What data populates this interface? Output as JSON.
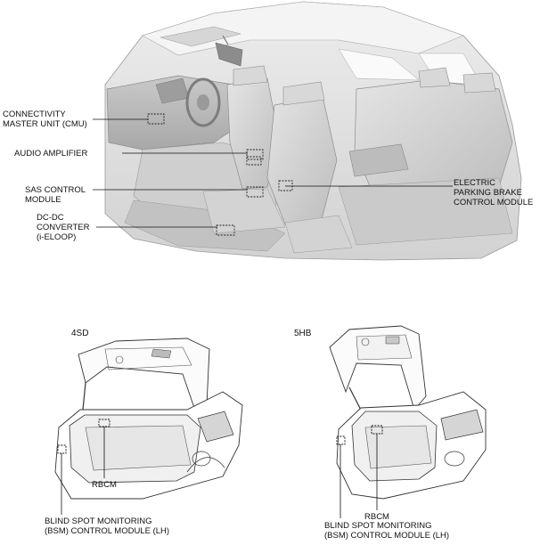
{
  "interior_labels": {
    "cmu": "CONNECTIVITY\nMASTER UNIT (CMU)",
    "audio_amp": "AUDIO AMPLIFIER",
    "sas": "SAS CONTROL\nMODULE",
    "dcdc": "DC-DC\nCONVERTER\n(i-ELOOP)",
    "epb": "ELECTRIC\nPARKING BRAKE\nCONTROL MODULE"
  },
  "sedan": {
    "title": "4SD",
    "rbcm": "RBCM",
    "bsm": "BLIND SPOT MONITORING\n(BSM) CONTROL MODULE (LH)"
  },
  "hatch": {
    "title": "5HB",
    "rbcm": "RBCM",
    "bsm": "BLIND SPOT MONITORING\n(BSM) CONTROL MODULE (LH)"
  }
}
